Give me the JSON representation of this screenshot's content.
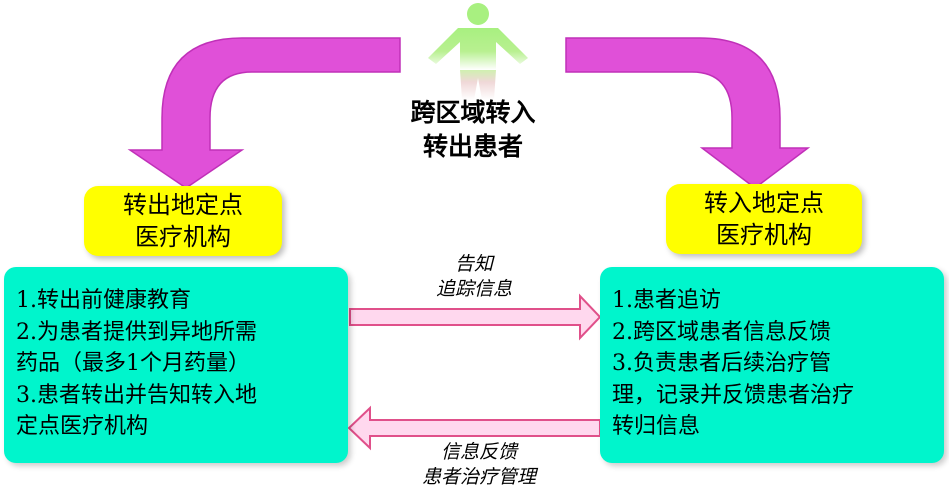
{
  "center": {
    "line1": "跨区域转入",
    "line2": "转出患者",
    "icon": "person-icon"
  },
  "left_box": {
    "line1": "转出地定点",
    "line2": "医疗机构"
  },
  "right_box": {
    "line1": "转入地定点",
    "line2": "医疗机构"
  },
  "left_info": {
    "lines": [
      "1.转出前健康教育",
      "2.为患者提供到异地所需",
      "药品（最多1个月药量）",
      "3.患者转出并告知转入地",
      "定点医疗机构"
    ]
  },
  "right_info": {
    "lines": [
      "1.患者追访",
      "2.跨区域患者信息反馈",
      "3.负责患者后续治疗管",
      "理，记录并反馈患者治疗",
      "转归信息"
    ]
  },
  "arrow_top": {
    "line1": "告知",
    "line2": "追踪信息"
  },
  "arrow_bottom": {
    "line1": "信息反馈",
    "line2": "患者治疗管理"
  },
  "colors": {
    "curved_arrow": "#e050d8",
    "straight_arrow_fill": "#ffd8ee",
    "straight_arrow_stroke": "#e0508a",
    "yellow_box": "#ffff00",
    "cyan_box": "#00f5cc",
    "person": "#a8f080"
  }
}
